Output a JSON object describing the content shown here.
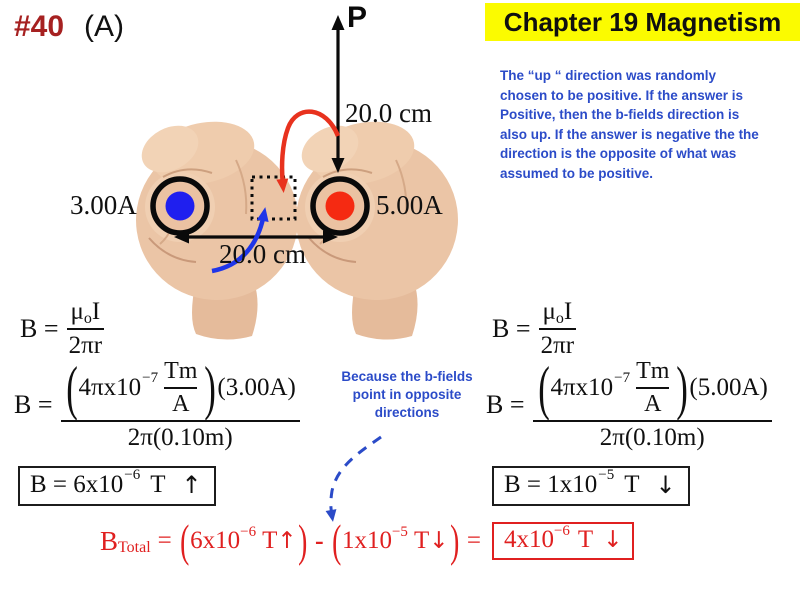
{
  "header": {
    "problem_number": "#40",
    "problem_part": "(A)",
    "banner_title": "Chapter 19 Magnetism"
  },
  "colors": {
    "problem_red": "#A62121",
    "banner_yellow": "#FBFB00",
    "note_blue": "#2B4BC8",
    "wire_blue": "#1F1FEF",
    "wire_red": "#F52A12",
    "arrow_red": "#E8321E",
    "arrow_blue": "#1F35E8",
    "total_red": "#E02020"
  },
  "note_right": {
    "lines": [
      "The “up “ direction was randomly",
      "chosen to be positive. If the answer is",
      "Positive, then the b-fields direction is",
      "also up. If the answer is negative the the",
      "direction is the opposite of what was",
      "assumed to be positive."
    ]
  },
  "diagram": {
    "point_label": "P",
    "vertical_distance": "20.0 cm",
    "horizontal_distance": "20.0 cm",
    "left_current": "3.00A",
    "right_current": "5.00A"
  },
  "note_center": {
    "lines": [
      "Because the b-fields",
      "point in opposite",
      "directions"
    ]
  },
  "formula_left": {
    "lead1": "B =",
    "mu": "μ",
    "mu_sub": "o",
    "i_sym": "I",
    "den1": "2πr",
    "lead2": "B =",
    "paren_open": "(",
    "coeff": "4πx10",
    "coeff_exp": "−7",
    "unit_num": "Tm",
    "unit_den": "A",
    "paren_close": ")",
    "current_factor": "(3.00A)",
    "den2": "2π(0.10m)",
    "result_main": "B = 6x10",
    "result_exp": "−6",
    "result_unit": "T",
    "result_arrow": "↑"
  },
  "formula_right": {
    "lead1": "B =",
    "mu": "μ",
    "mu_sub": "o",
    "i_sym": "I",
    "den1": "2πr",
    "lead2": "B =",
    "paren_open": "(",
    "coeff": "4πx10",
    "coeff_exp": "−7",
    "unit_num": "Tm",
    "unit_den": "A",
    "paren_close": ")",
    "current_factor": "(5.00A)",
    "den2": "2π(0.10m)",
    "result_main": "B = 1x10",
    "result_exp": "−5",
    "result_unit": "T",
    "result_arrow": "↓"
  },
  "total_equation": {
    "lhs": "B",
    "lhs_sub": "Total",
    "equals": "=",
    "open1": "(",
    "term1": "6x10",
    "term1_exp": "−6",
    "term1_unit": "T",
    "term1_arrow": "↑",
    "close1": ")",
    "minus": "-",
    "open2": "(",
    "term2": "1x10",
    "term2_exp": "−5",
    "term2_unit": "T",
    "term2_arrow": "↓",
    "close2": ")",
    "equals2": "=",
    "result": "4x10",
    "result_exp": "−6",
    "result_unit": "T",
    "result_arrow": "↓"
  }
}
